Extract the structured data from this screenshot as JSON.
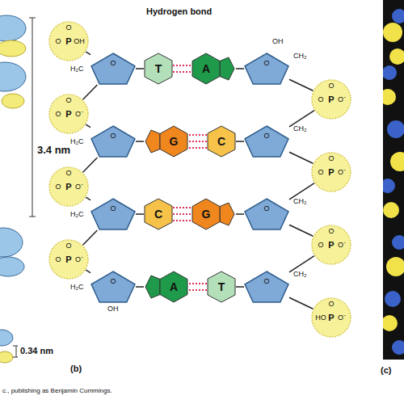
{
  "diagram": {
    "nodes": [
      {
        "text": [
          "O",
          "P",
          "OH",
          "O"
        ]
      },
      {
        "text": [
          "O"
        ]
      },
      {
        "text": [
          "T"
        ]
      },
      {
        "text": [
          "A"
        ]
      },
      {
        "text": [
          "O"
        ]
      },
      {
        "text": [
          "O",
          "P",
          "O⁻",
          "O"
        ]
      },
      {
        "text": [
          "O",
          "P",
          "O⁻",
          "O"
        ]
      },
      {
        "text": [
          "O"
        ]
      },
      {
        "text": [
          "G"
        ]
      },
      {
        "text": [
          "C"
        ]
      },
      {
        "text": [
          "O"
        ]
      },
      {
        "text": [
          "O",
          "P",
          "O⁻",
          "O"
        ]
      },
      {
        "text": [
          "O",
          "P",
          "O⁻",
          "O"
        ]
      },
      {
        "text": [
          "O"
        ]
      },
      {
        "text": [
          "C"
        ]
      },
      {
        "text": [
          "G"
        ]
      },
      {
        "text": [
          "O"
        ]
      },
      {
        "text": [
          "O",
          "P",
          "O⁻",
          "O"
        ]
      },
      {
        "text": [
          "O",
          "P",
          "O⁻",
          "O"
        ]
      },
      {
        "text": [
          "O"
        ]
      },
      {
        "text": [
          "A"
        ]
      },
      {
        "text": [
          "T"
        ]
      },
      {
        "text": [
          "O"
        ]
      },
      {
        "text": [
          "O",
          "P",
          "O⁻",
          "HO"
        ]
      }
    ],
    "edges": [
      {
        "from": 0,
        "to": 1,
        "arrow": "none"
      },
      {
        "from": 1,
        "to": 2,
        "arrow": "none"
      },
      {
        "from": 2,
        "to": 3,
        "arrow": "none"
      },
      {
        "from": 2,
        "to": 3,
        "arrow": "none"
      },
      {
        "from": 4,
        "to": 3,
        "arrow": "none"
      },
      {
        "from": 4,
        "to": 5,
        "arrow": "none"
      },
      {
        "from": 1,
        "to": 6,
        "arrow": "none"
      },
      {
        "from": 5,
        "to": 10,
        "arrow": "none"
      },
      {
        "from": 6,
        "to": 7,
        "arrow": "none"
      },
      {
        "from": 7,
        "to": 8,
        "arrow": "none"
      },
      {
        "from": 8,
        "to": 9,
        "arrow": "none"
      },
      {
        "from": 8,
        "to": 9,
        "arrow": "none"
      },
      {
        "from": 8,
        "to": 9,
        "arrow": "none"
      },
      {
        "from": 10,
        "to": 9,
        "arrow": "none"
      },
      {
        "from": 10,
        "to": 11,
        "arrow": "none"
      },
      {
        "from": 7,
        "to": 12,
        "arrow": "none"
      },
      {
        "from": 11,
        "to": 16,
        "arrow": "none"
      },
      {
        "from": 12,
        "to": 13,
        "arrow": "none"
      },
      {
        "from": 13,
        "to": 14,
        "arrow": "none"
      },
      {
        "from": 14,
        "to": 15,
        "arrow": "none"
      },
      {
        "from": 14,
        "to": 15,
        "arrow": "none"
      },
      {
        "from": 14,
        "to": 15,
        "arrow": "none"
      },
      {
        "from": 16,
        "to": 15,
        "arrow": "none"
      },
      {
        "from": 16,
        "to": 17,
        "arrow": "none"
      },
      {
        "from": 13,
        "to": 18,
        "arrow": "none"
      },
      {
        "from": 17,
        "to": 22,
        "arrow": "none"
      },
      {
        "from": 18,
        "to": 19,
        "arrow": "none"
      },
      {
        "from": 19,
        "to": 20,
        "arrow": "none"
      },
      {
        "from": 20,
        "to": 21,
        "arrow": "none"
      },
      {
        "from": 20,
        "to": 21,
        "arrow": "none"
      },
      {
        "from": 22,
        "to": 21,
        "arrow": "none"
      },
      {
        "from": 22,
        "to": 23,
        "arrow": "none"
      }
    ],
    "labels": [
      "Hydrogen bond",
      "OH",
      "H₂C",
      "CH₂",
      "H₂C",
      "CH₂",
      "H₂C",
      "CH₂",
      "H₂C",
      "CH₂",
      "OH",
      "3.4 nm",
      "0.34 nm",
      "(b)",
      "(c)",
      "c., publishing as Benjamin Cummings."
    ]
  }
}
